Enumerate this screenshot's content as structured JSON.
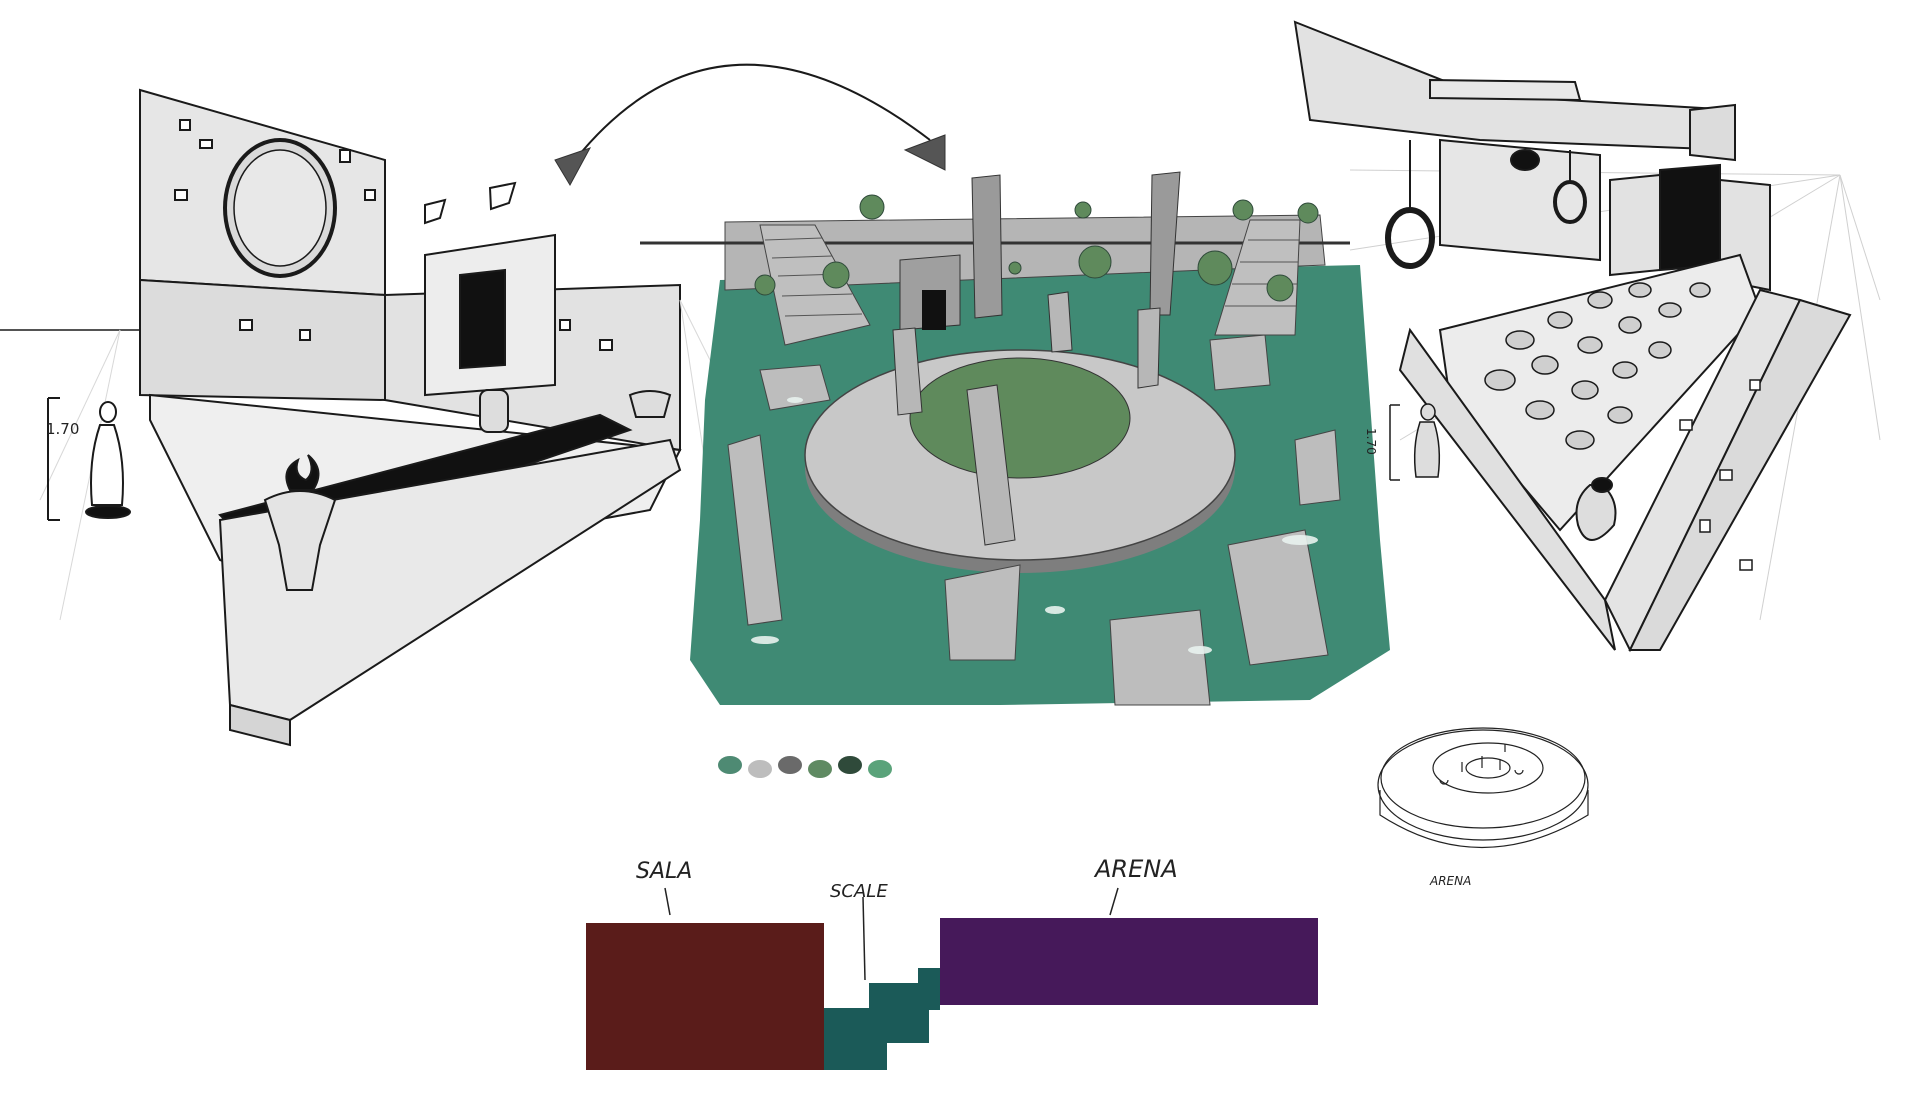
{
  "labels": {
    "height_left": "1.70",
    "height_right": "1.70",
    "sala": "SALA",
    "scale": "SCALE",
    "arena": "ARENA",
    "arena_small": "ARENA"
  },
  "palette": [
    "#4e8a73",
    "#bdbdbd",
    "#6a6a6a",
    "#5f8a62",
    "#2f4a3a",
    "#5aa37a"
  ],
  "section_colors": {
    "sala": "#5a1c1a",
    "scale": "#1b5a58",
    "arena": "#46195a"
  },
  "scene_colors": {
    "water": "#3f8a74",
    "grass": "#5f8a5c",
    "stone": "#c8c8c8",
    "stone_dark": "#8f8f8f",
    "ink": "#1a1a1a"
  }
}
